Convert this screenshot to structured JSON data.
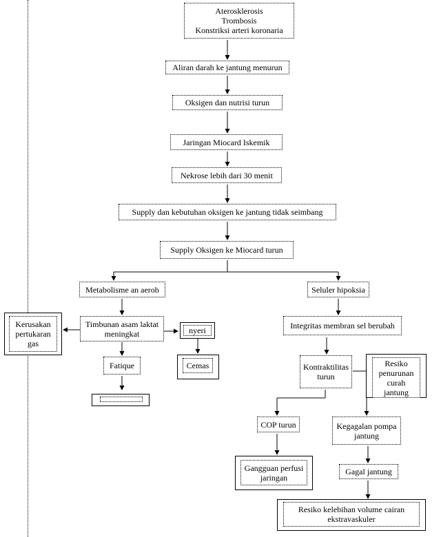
{
  "nodes": {
    "etiologi": [
      "Aterosklerosis",
      "Trombosis",
      "Konstriksi arteri koronaria"
    ],
    "aliran": "Aliran darah ke jantung menurun",
    "oksigen_nutrisi": "Oksigen dan nutrisi turun",
    "iskemik": "Jaringan Miocard Iskemik",
    "nekrose": "Nekrose lebih dari 30 menit",
    "supply_kebutuhan": "Supply dan kebutuhan oksigen ke jantung tidak seimbang",
    "supply_turun": "Supply Oksigen ke Miocard turun",
    "metabolisme": "Metabolisme an aerob",
    "seluler": "Seluler hipoksia",
    "kerusakan": [
      "Kerusakan",
      "pertukaran",
      "gas"
    ],
    "timbunan": [
      "Timbunan asam laktat",
      "meningkat"
    ],
    "nyeri": "nyeri",
    "fatique": "Fatique",
    "cemas": "Cemas",
    "bottom_left": "",
    "integritas": "Integritas membran sel berubah",
    "kontraktilitas": [
      "Kontraktilitas",
      "turun"
    ],
    "resiko_curah": [
      "Resiko",
      "penurunan",
      "curah",
      "jantung"
    ],
    "cop": "COP turun",
    "kegagalan": [
      "Kegagalan pompa",
      "jantung"
    ],
    "gangguan": [
      "Gangguan perfusi",
      "jaringan"
    ],
    "gagal": "Gagal jantung",
    "kelebihan": [
      "Resiko kelebihan volume cairan",
      "ekstravaskuler"
    ]
  }
}
